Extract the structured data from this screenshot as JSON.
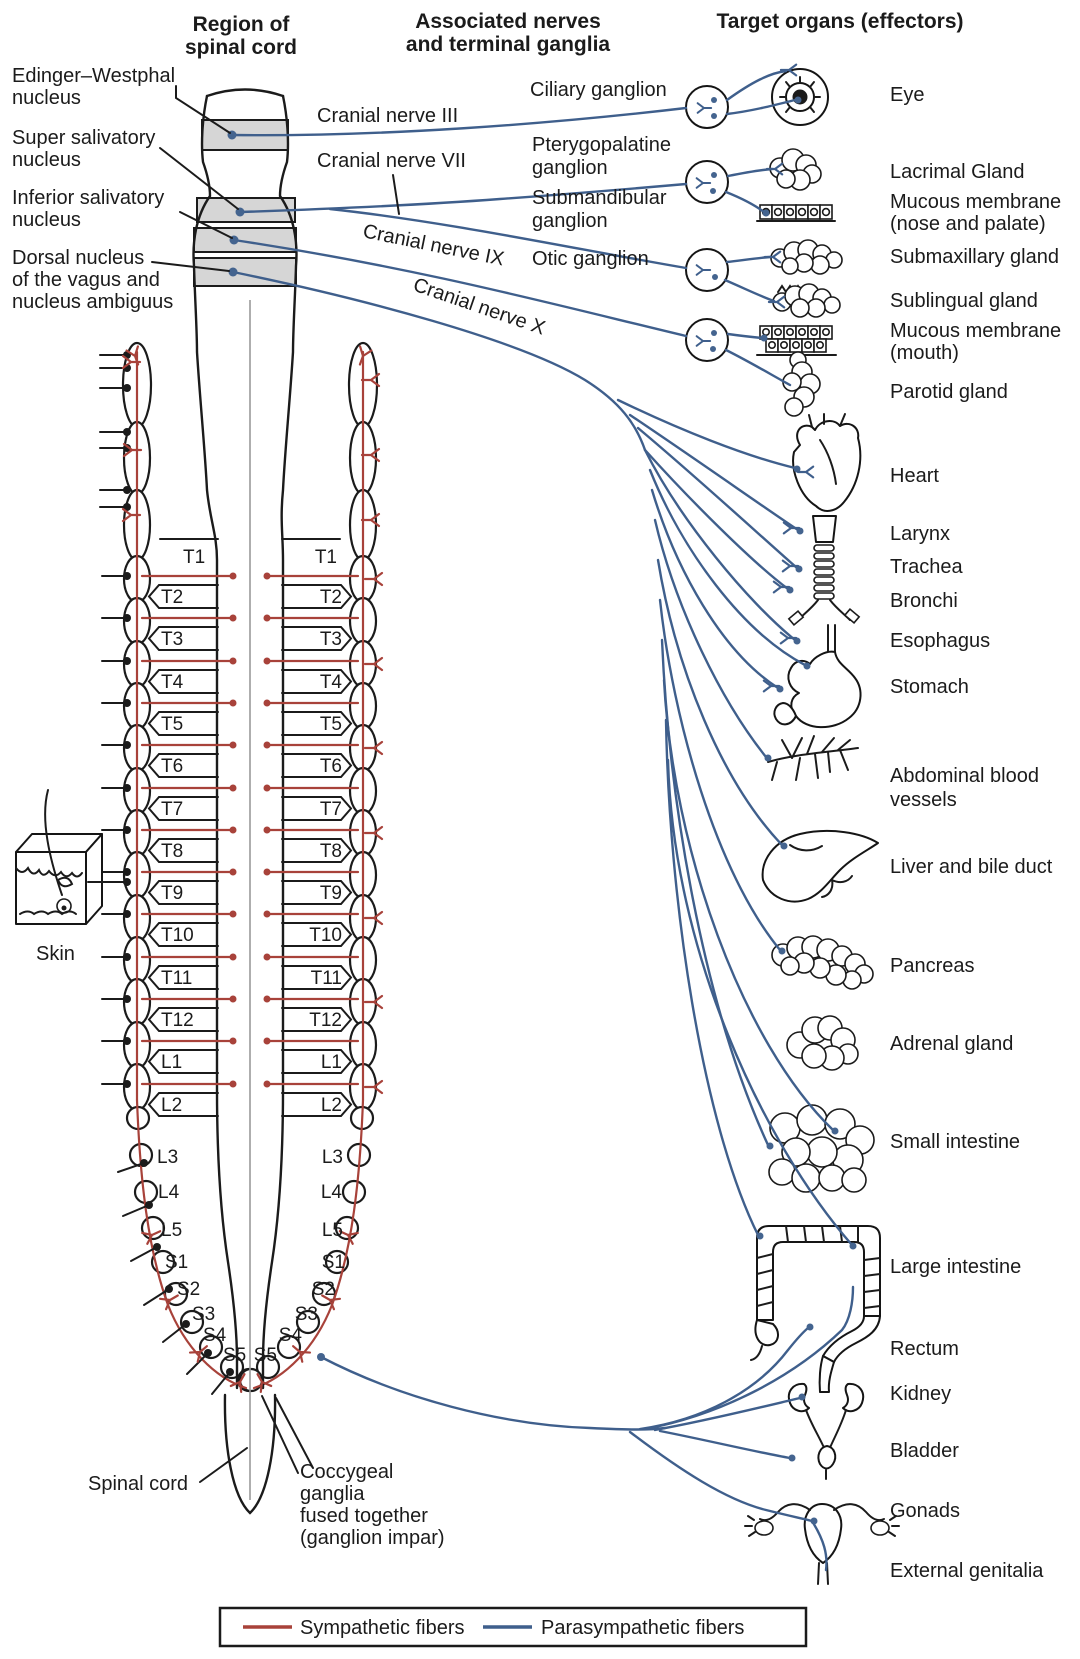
{
  "colors": {
    "sympathetic": "#a8423a",
    "parasympathetic": "#3f5f8c",
    "band": "#d6d6d6"
  },
  "headers": {
    "c1a": "Region of",
    "c1b": "spinal cord",
    "c2a": "Associated nerves",
    "c2b": "and terminal ganglia",
    "c3": "Target organs (effectors)"
  },
  "nuclei": {
    "ew1": "Edinger–Westphal",
    "ew2": "nucleus",
    "ss1": "Super salivatory",
    "ss2": "nucleus",
    "is1": "Inferior salivatory",
    "is2": "nucleus",
    "dv1": "Dorsal nucleus",
    "dv2": "of the vagus and",
    "dv3": "nucleus ambiguus"
  },
  "cranial": {
    "iii": "Cranial nerve III",
    "vii": "Cranial nerve VII",
    "ix": "Cranial nerve IX",
    "x": "Cranial nerve X"
  },
  "ganglia": {
    "g1": "Ciliary ganglion",
    "g2a": "Pterygopalatine",
    "g2b": "ganglion",
    "g3a": "Submandibular",
    "g3b": "ganglion",
    "g4": "Otic ganglion"
  },
  "segments": {
    "t1": "T1",
    "boxed": [
      "T2",
      "T3",
      "T4",
      "T5",
      "T6",
      "T7",
      "T8",
      "T9",
      "T10",
      "T11",
      "T12",
      "L1",
      "L2"
    ],
    "lower": [
      "L3",
      "L4",
      "L5",
      "S1",
      "S2",
      "S3",
      "S4",
      "S5"
    ]
  },
  "skin": "Skin",
  "cord_label": "Spinal cord",
  "coccygeal": [
    "Coccygeal",
    "ganglia",
    "fused together",
    "(ganglion impar)"
  ],
  "organs": [
    {
      "l1": "Eye"
    },
    {
      "l1": "Lacrimal Gland"
    },
    {
      "l1": "Mucous membrane",
      "l2": "(nose and palate)"
    },
    {
      "l1": "Submaxillary gland"
    },
    {
      "l1": "Sublingual gland"
    },
    {
      "l1": "Mucous membrane",
      "l2": "(mouth)"
    },
    {
      "l1": "Parotid gland"
    },
    {
      "l1": "Heart"
    },
    {
      "l1": "Larynx"
    },
    {
      "l1": "Trachea"
    },
    {
      "l1": "Bronchi"
    },
    {
      "l1": "Esophagus"
    },
    {
      "l1": "Stomach"
    },
    {
      "l1": "Abdominal blood",
      "l2": "vessels"
    },
    {
      "l1": "Liver and bile duct"
    },
    {
      "l1": "Pancreas"
    },
    {
      "l1": "Adrenal gland"
    },
    {
      "l1": "Small intestine"
    },
    {
      "l1": "Large intestine"
    },
    {
      "l1": "Rectum"
    },
    {
      "l1": "Kidney"
    },
    {
      "l1": "Bladder"
    },
    {
      "l1": "Gonads"
    },
    {
      "l1": "External genitalia"
    }
  ],
  "legend": {
    "sym": "Sympathetic fibers",
    "para": "Parasympathetic fibers"
  }
}
